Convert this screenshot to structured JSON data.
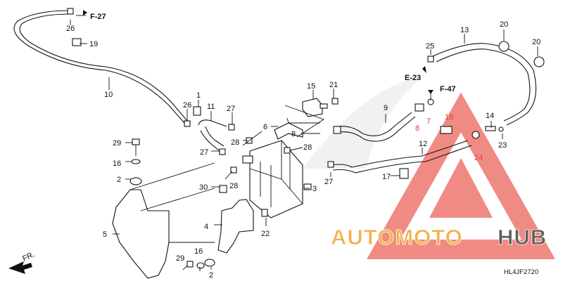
{
  "diagram": {
    "code": "HL4JF2720",
    "front_label": "FR.",
    "references": [
      {
        "id": "f27",
        "text": "F-27"
      },
      {
        "id": "e23",
        "text": "E-23"
      },
      {
        "id": "f47",
        "text": "F-47"
      }
    ],
    "callouts": [
      {
        "id": "p1",
        "text": "1"
      },
      {
        "id": "p2a",
        "text": "2"
      },
      {
        "id": "p2b",
        "text": "2"
      },
      {
        "id": "p3",
        "text": "3"
      },
      {
        "id": "p4",
        "text": "4"
      },
      {
        "id": "p5",
        "text": "5"
      },
      {
        "id": "p6",
        "text": "6"
      },
      {
        "id": "p7",
        "text": "7"
      },
      {
        "id": "p8a",
        "text": "8"
      },
      {
        "id": "p8b",
        "text": "8"
      },
      {
        "id": "p9",
        "text": "9"
      },
      {
        "id": "p10",
        "text": "10"
      },
      {
        "id": "p11",
        "text": "11"
      },
      {
        "id": "p12",
        "text": "12"
      },
      {
        "id": "p13",
        "text": "13"
      },
      {
        "id": "p14",
        "text": "14"
      },
      {
        "id": "p15",
        "text": "15"
      },
      {
        "id": "p16a",
        "text": "16"
      },
      {
        "id": "p16b",
        "text": "16"
      },
      {
        "id": "p17",
        "text": "17"
      },
      {
        "id": "p18",
        "text": "18"
      },
      {
        "id": "p19",
        "text": "19"
      },
      {
        "id": "p20a",
        "text": "20"
      },
      {
        "id": "p20b",
        "text": "20"
      },
      {
        "id": "p21",
        "text": "21"
      },
      {
        "id": "p22",
        "text": "22"
      },
      {
        "id": "p23",
        "text": "23"
      },
      {
        "id": "p24",
        "text": "24"
      },
      {
        "id": "p25",
        "text": "25"
      },
      {
        "id": "p26a",
        "text": "26"
      },
      {
        "id": "p26b",
        "text": "26"
      },
      {
        "id": "p27a",
        "text": "27"
      },
      {
        "id": "p27b",
        "text": "27"
      },
      {
        "id": "p27c",
        "text": "27"
      },
      {
        "id": "p28a",
        "text": "28"
      },
      {
        "id": "p28b",
        "text": "28"
      },
      {
        "id": "p28c",
        "text": "28"
      },
      {
        "id": "p29a",
        "text": "29"
      },
      {
        "id": "p29b",
        "text": "29"
      },
      {
        "id": "p30",
        "text": "30"
      }
    ]
  },
  "watermark": {
    "text_part1": "AUTOMOTO",
    "text_part2": "HUB",
    "color_part1": "#f2b24a",
    "color_part2": "#5d5d5d",
    "triangle_color": "#e84a3f"
  },
  "colors": {
    "line": "#111111",
    "highlight": "#e0403a"
  }
}
